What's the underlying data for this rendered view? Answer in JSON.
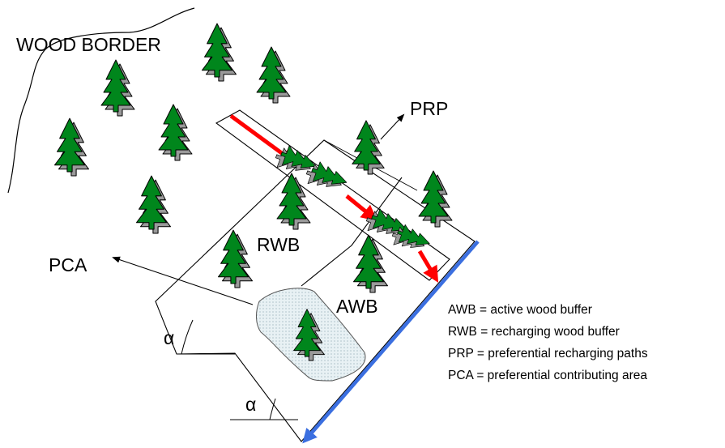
{
  "labels": {
    "wood_border": "WOOD BORDER",
    "prp": "PRP",
    "pca": "PCA",
    "rwb": "RWB",
    "awb": "AWB",
    "alpha_upper": "α",
    "alpha_lower": "α"
  },
  "legend": [
    "AWB = active wood buffer",
    "RWB = recharging wood buffer",
    "PRP = preferential recharging paths",
    "PCA = preferential contributing area"
  ],
  "colors": {
    "tree_fill": "#00861c",
    "tree_shadow": "#9a9a9a",
    "flow_arrow": "#ff0000",
    "stream": "#3b6fe0",
    "pca_fill": "#e4eef2",
    "outline": "#000000"
  },
  "icons": [
    "conifer-tree-icon",
    "flow-arrow-icon"
  ]
}
